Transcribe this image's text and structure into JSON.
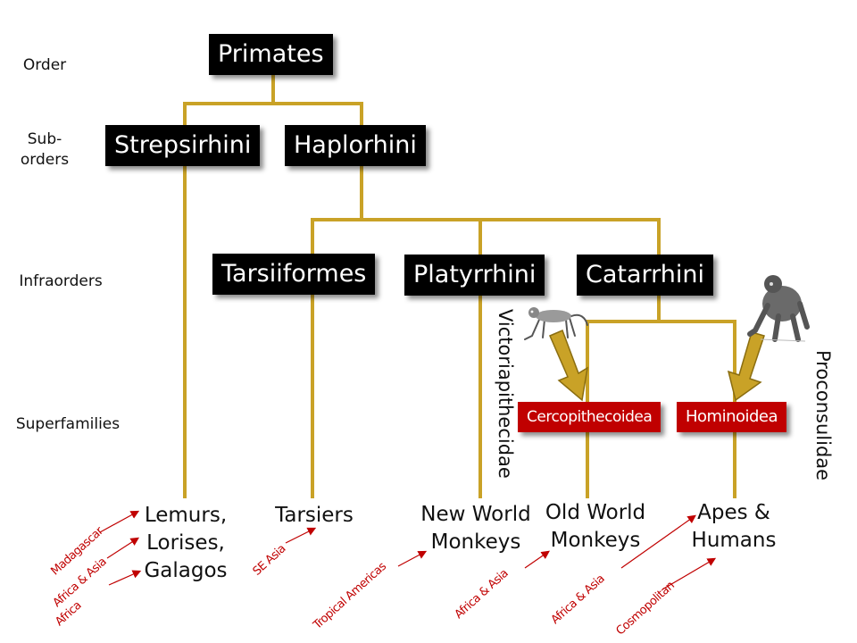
{
  "ranks": {
    "order": "Order",
    "suborders": "Sub-\norders",
    "infraorders": "Infraorders",
    "superfamilies": "Superfamilies"
  },
  "nodes": {
    "primates": "Primates",
    "strepsirhini": "Strepsirhini",
    "haplorhini": "Haplorhini",
    "tarsiiformes": "Tarsiiformes",
    "platyrrhini": "Platyrrhini",
    "catarrhini": "Catarrhini"
  },
  "superfamilies": {
    "cercopithecoidea": "Cercopithecoidea",
    "hominoidea": "Hominoidea"
  },
  "fossil_families": {
    "victoriapithecidae": "Victoriapithecidae",
    "proconsulidae": "Proconsulidae"
  },
  "leaves": {
    "lemurs": "Lemurs,\nLorises,\nGalagos",
    "tarsiers": "Tarsiers",
    "new_world": "New World\nMonkeys",
    "old_world": "Old World\nMonkeys",
    "apes": "Apes &\nHumans"
  },
  "regions": {
    "madagascar": "Madagascar",
    "africa_asia_1": "Africa & Asia",
    "africa": "Africa",
    "se_asia": "SE Asia",
    "tropical_americas": "Tropical Americas",
    "africa_asia_2": "Africa & Asia",
    "africa_asia_3": "Africa & Asia",
    "cosmopolitan": "Cosmopolitan"
  },
  "icons": {
    "monkey": "monkey-illustration",
    "ape": "ape-illustration"
  },
  "colors": {
    "branch": "#c9a227",
    "branch_dark": "#8a6d10",
    "node_bg": "#000000",
    "superfamily_bg": "#c00000",
    "region_text": "#c00000",
    "arrow_fill": "#c9a227"
  }
}
